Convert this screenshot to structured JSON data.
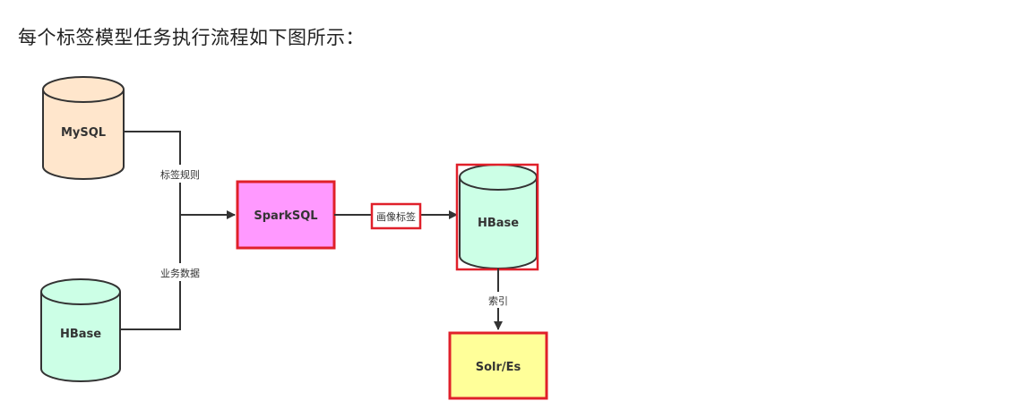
{
  "heading": "每个标签模型任务执行流程如下图所示：",
  "nodes": {
    "mysql": "MySQL",
    "hbase_source": "HBase",
    "sparksql": "SparkSQL",
    "hbase_target": "HBase",
    "solr_es": "Solr/Es"
  },
  "edges": {
    "tag_rules": "标签规则",
    "business_data": "业务数据",
    "profile_tags": "画像标签",
    "index": "索引"
  },
  "colors": {
    "mysql_fill": "#ffe6cc",
    "hbase_fill": "#ccffe6",
    "sparksql_fill": "#ff99ff",
    "solr_fill": "#ffff99",
    "highlight": "#e0202a",
    "stroke": "#333333"
  }
}
